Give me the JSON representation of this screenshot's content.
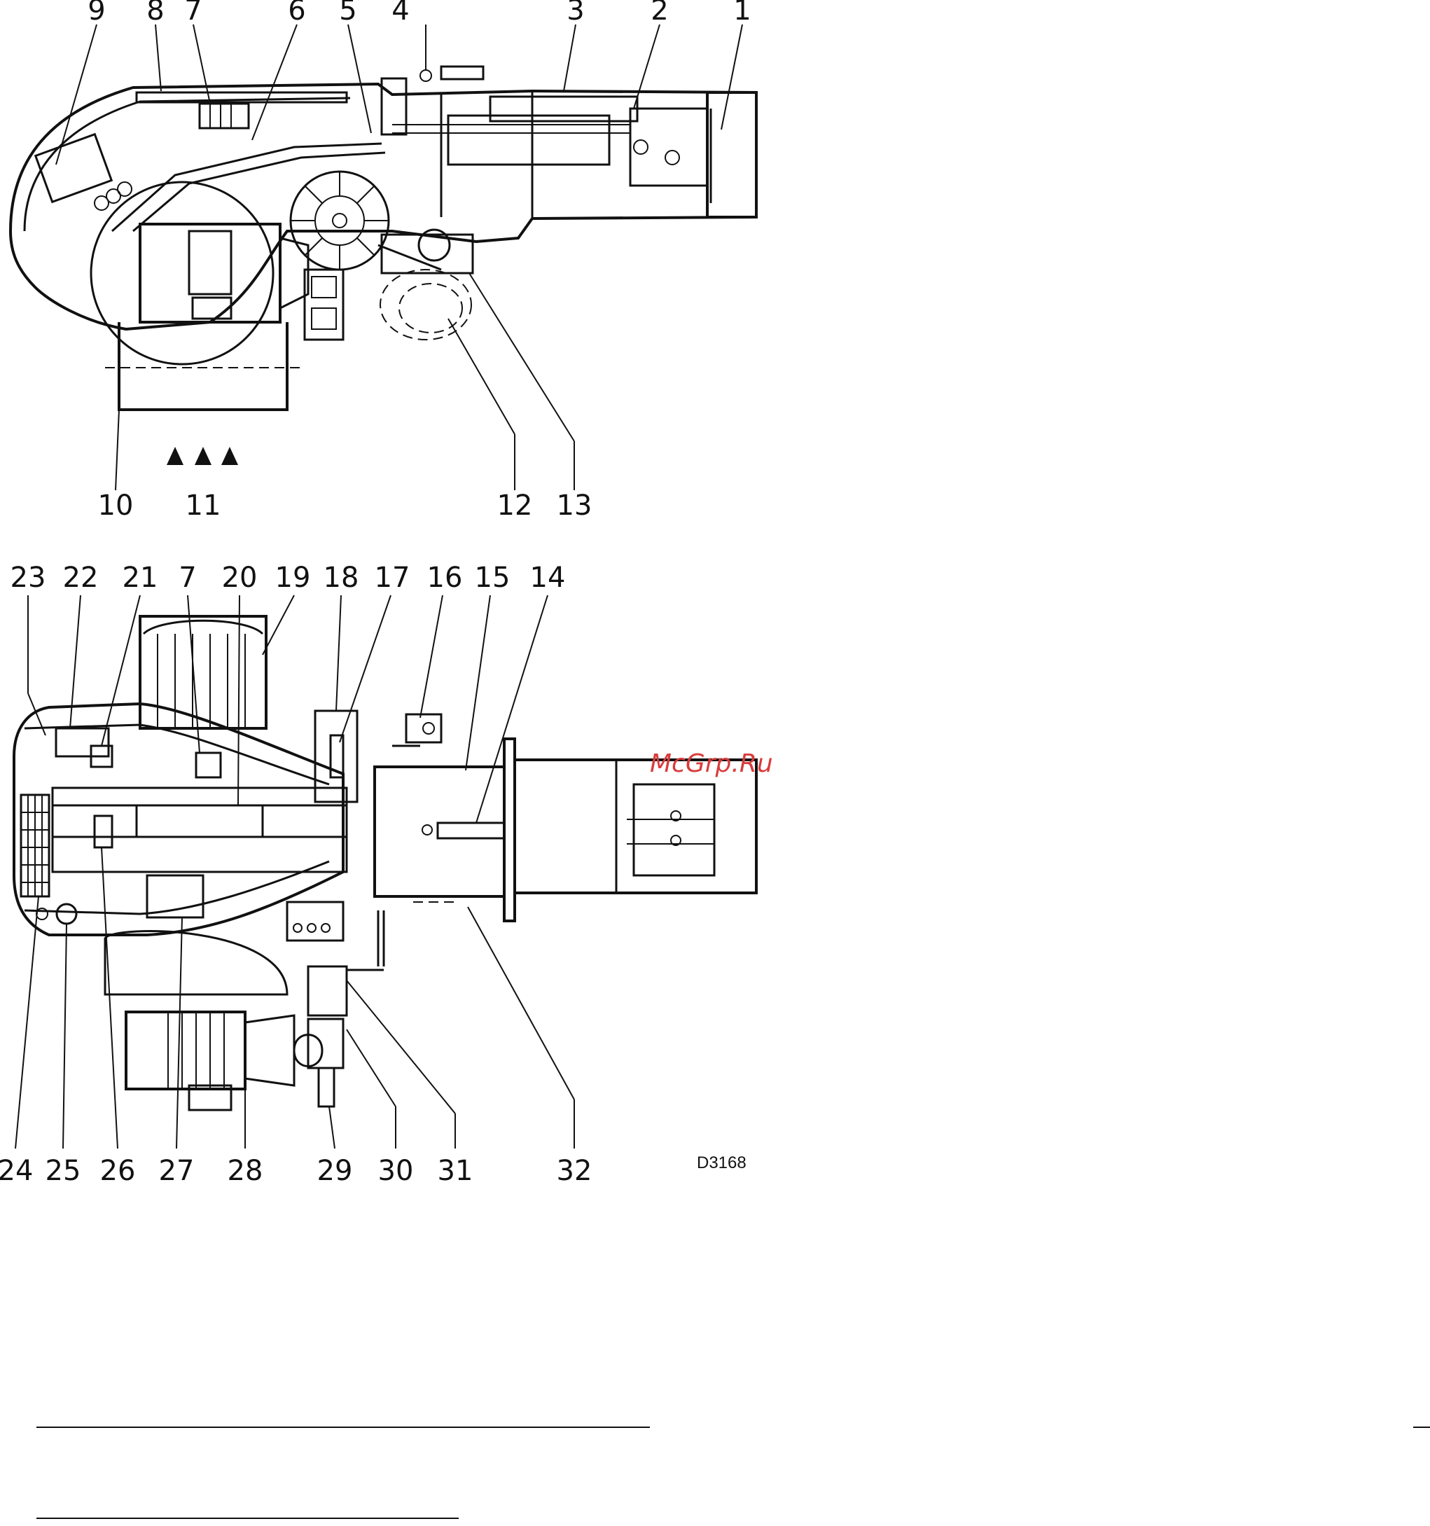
{
  "top_view": {
    "callouts_top": [
      "9",
      "8",
      "7",
      "6",
      "5",
      "4",
      "3",
      "2",
      "1"
    ],
    "callouts_bottom": [
      "10",
      "11",
      "12",
      "13"
    ]
  },
  "bottom_view": {
    "callouts_top": [
      "23",
      "22",
      "21",
      "7",
      "20",
      "19",
      "18",
      "17",
      "16",
      "15",
      "14"
    ],
    "callouts_bottom": [
      "24",
      "25",
      "26",
      "27",
      "28",
      "29",
      "30",
      "31",
      "32"
    ]
  },
  "drawing_code": "D3168",
  "watermark": "McGrp.Ru"
}
